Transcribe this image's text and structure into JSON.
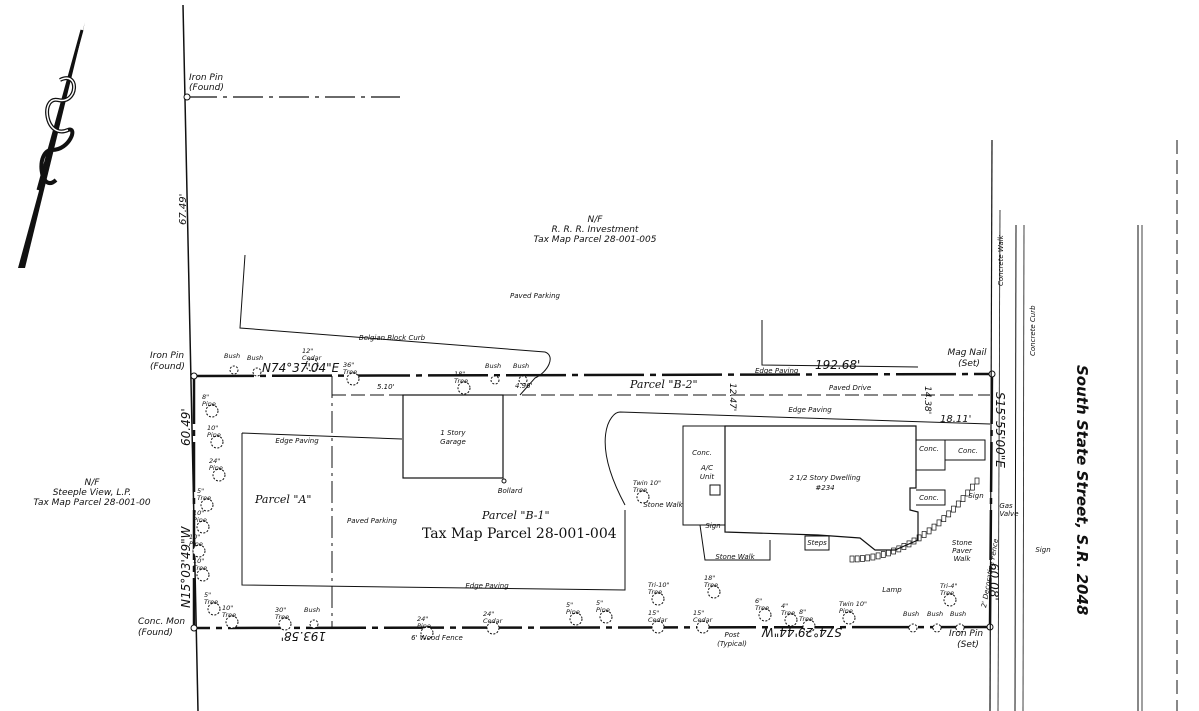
{
  "north_arrow": {
    "icon": "north-arrow-icon"
  },
  "adjoiners": {
    "north": {
      "line1": "N/F",
      "line2": "R. R. R. Investment",
      "line3": "Tax Map Parcel 28-001-005"
    },
    "west": {
      "line1": "N/F",
      "line2": "Steeple View, L.P.",
      "line3": "Tax Map Parcel 28-001-00"
    }
  },
  "street": {
    "name": "South State Street, S.R. 2048",
    "concrete_walk": "Concrete Walk",
    "concrete_curb": "Concrete Curb"
  },
  "monuments": {
    "iron_pin_found": {
      "line1": "Iron Pin",
      "line2": "(Found)"
    },
    "iron_pin_found_2": {
      "line1": "Iron Pin",
      "line2": "(Found)"
    },
    "mag_nail_set": {
      "line1": "Mag Nail",
      "line2": "(Set)"
    },
    "conc_mon_found": {
      "line1": "Conc. Mon",
      "line2": "(Found)"
    },
    "iron_pin_set": {
      "line1": "Iron Pin",
      "line2": "(Set)"
    }
  },
  "bearings": {
    "north_line": "N74°37'04\"E",
    "north_dist": "192.68'",
    "east_line": "S15°55'00\"E",
    "east_dist": "60.08'",
    "south_line": "S74°29'44\"W",
    "south_dist": "193.58'",
    "west_line": "N15°03'49\"W",
    "west_dist": "60.49'",
    "upper_dist": "67.49'"
  },
  "parcels": {
    "a": "Parcel \"A\"",
    "b1": "Parcel \"B-1\"",
    "b2": "Parcel \"B-2\"",
    "tax_map": "Tax Map Parcel 28-001-004"
  },
  "features": {
    "paved_parking_north": "Paved Parking",
    "paved_parking_lot": "Paved Parking",
    "paved_drive": "Paved Drive",
    "edge_paving_1": "Edge Paving",
    "edge_paving_2": "Edge Paving",
    "edge_paving_3": "Edge Paving",
    "edge_paving_4": "Edge Paving",
    "belgian_curb": "Belgian Block Curb",
    "garage_line1": "1 Story",
    "garage_line2": "Garage",
    "bollard": "Bollard",
    "dwelling_line1": "2 1/2 Story Dwelling",
    "dwelling_line2": "#234",
    "stone_walk_1": "Stone Walk",
    "stone_walk_2": "Stone Walk",
    "stone_paver_walk_1": "Stone",
    "stone_paver_walk_2": "Paver",
    "stone_paver_walk_3": "Walk",
    "decorative_fence": "2' Decorative Fence",
    "wood_fence": "6' Wood Fence",
    "post_line1": "Post",
    "post_line2": "(Typical)",
    "lamp": "Lamp",
    "gas_valve_1": "Gas",
    "gas_valve_2": "Valve",
    "sign_1": "Sign",
    "sign_2": "Sign",
    "sign_3": "Sign",
    "steps": "Steps",
    "conc_1": "Conc.",
    "conc_2": "Conc.",
    "conc_3": "Conc.",
    "conc_4": "Conc.",
    "ac_unit_1": "A/C",
    "ac_unit_2": "Unit",
    "dim_510": "5.10'",
    "dim_496": "4.96'",
    "dim_1247": "12.47'",
    "dim_1438": "14.38'",
    "dim_1811": "18.11'"
  },
  "trees": [
    {
      "l1": "Bush",
      "l2": ""
    },
    {
      "l1": "Bush",
      "l2": ""
    },
    {
      "l1": "12\"",
      "l2": "Cedar"
    },
    {
      "l1": "36\"",
      "l2": "Tree"
    },
    {
      "l1": "18\"",
      "l2": "Tree"
    },
    {
      "l1": "Bush",
      "l2": ""
    },
    {
      "l1": "Bush",
      "l2": ""
    },
    {
      "l1": "8\"",
      "l2": "Pine"
    },
    {
      "l1": "10\"",
      "l2": "Pine"
    },
    {
      "l1": "24\"",
      "l2": "Pine"
    },
    {
      "l1": "5\"",
      "l2": "Tree"
    },
    {
      "l1": "10\"",
      "l2": "Pine"
    },
    {
      "l1": "10\"",
      "l2": "Pine"
    },
    {
      "l1": "10\"",
      "l2": "Tree"
    },
    {
      "l1": "5\"",
      "l2": "Tree"
    },
    {
      "l1": "10\"",
      "l2": "Tree"
    },
    {
      "l1": "30\"",
      "l2": "Tree"
    },
    {
      "l1": "Bush",
      "l2": ""
    },
    {
      "l1": "24\"",
      "l2": "Pine"
    },
    {
      "l1": "24\"",
      "l2": "Cedar"
    },
    {
      "l1": "5\"",
      "l2": "Pine"
    },
    {
      "l1": "5\"",
      "l2": "Pine"
    },
    {
      "l1": "Tri-10\"",
      "l2": "Tree"
    },
    {
      "l1": "15\"",
      "l2": "Cedar"
    },
    {
      "l1": "15\"",
      "l2": "Cedar"
    },
    {
      "l1": "18\"",
      "l2": "Tree"
    },
    {
      "l1": "6\"",
      "l2": "Tree"
    },
    {
      "l1": "4\"",
      "l2": "Tree"
    },
    {
      "l1": "8\"",
      "l2": "Tree"
    },
    {
      "l1": "Twin 10\"",
      "l2": "Pine"
    },
    {
      "l1": "Bush",
      "l2": ""
    },
    {
      "l1": "Bush",
      "l2": ""
    },
    {
      "l1": "Bush",
      "l2": ""
    },
    {
      "l1": "Tri-4\"",
      "l2": "Tree"
    },
    {
      "l1": "Twin 10\"",
      "l2": "Tree"
    }
  ]
}
